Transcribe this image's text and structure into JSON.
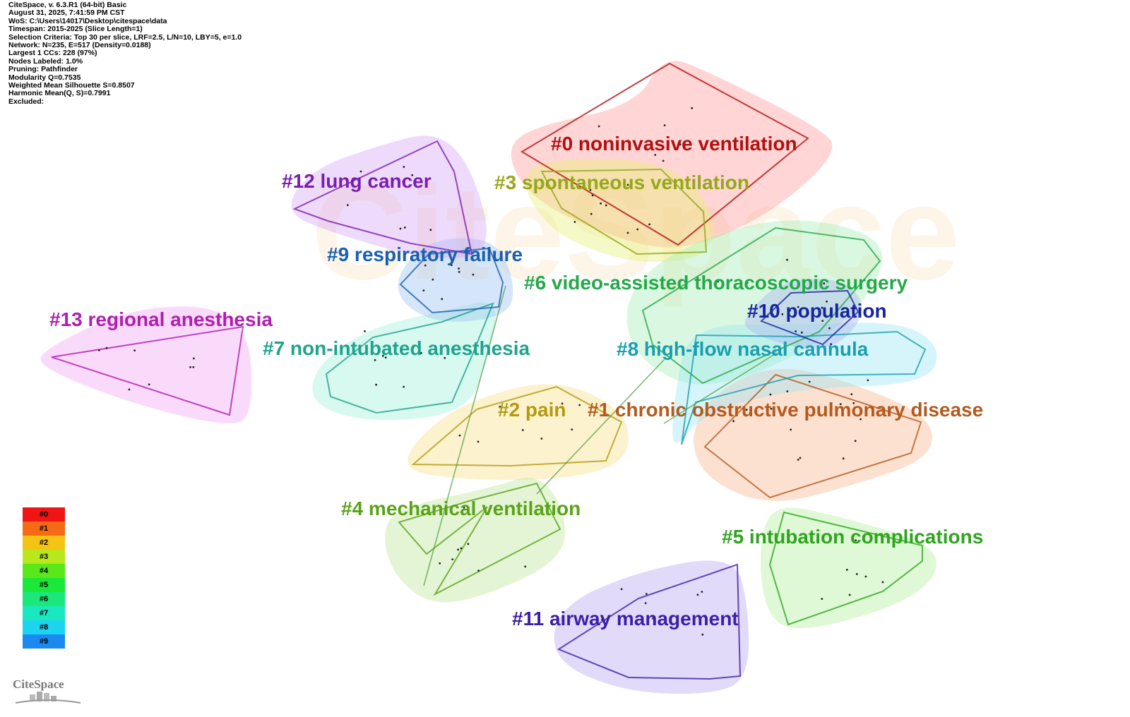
{
  "info": {
    "lines": [
      "CiteSpace, v. 6.3.R1 (64-bit) Basic",
      "August 31, 2025, 7:41:59 PM CST",
      "WoS: C:\\Users\\14017\\Desktop\\citespace\\data",
      "Timespan: 2015-2025 (Slice Length=1)",
      "Selection Criteria: Top 30 per slice, LRF=2.5, L/N=10, LBY=5, e=1.0",
      "Network: N=235, E=517 (Density=0.0188)",
      "Largest 1 CCs: 228 (97%)",
      "Nodes Labeled: 1.0%",
      "Pruning: Pathfinder",
      "Modularity Q=0.7535",
      "Weighted Mean Silhouette S=0.8507",
      "Harmonic Mean(Q, S)=0.7991",
      "Excluded:"
    ]
  },
  "watermark": "CiteSpace",
  "clusters": [
    {
      "id": "#0",
      "label": "#0 noninvasive ventilation",
      "color": "#b01010",
      "fill": "#ff9a9a"
    },
    {
      "id": "#1",
      "label": "#1 chronic obstructive pulmonary disease",
      "color": "#b45a1e",
      "fill": "#f7b890"
    },
    {
      "id": "#2",
      "label": "#2 pain",
      "color": "#b39a10",
      "fill": "#f8e08a"
    },
    {
      "id": "#3",
      "label": "#3 spontaneous ventilation",
      "color": "#95a81a",
      "fill": "#e6f07a"
    },
    {
      "id": "#4",
      "label": "#4 mechanical ventilation",
      "color": "#5aa318",
      "fill": "#bfe89a"
    },
    {
      "id": "#5",
      "label": "#5 intubation complications",
      "color": "#2ea51e",
      "fill": "#b2ee9e"
    },
    {
      "id": "#6",
      "label": "#6 video-assisted thoracoscopic surgery",
      "color": "#25a84a",
      "fill": "#a8eeb8"
    },
    {
      "id": "#7",
      "label": "#7 non-intubated anesthesia",
      "color": "#1fa38d",
      "fill": "#a2f0dc"
    },
    {
      "id": "#8",
      "label": "#8 high-flow nasal cannula",
      "color": "#1a9fb0",
      "fill": "#9ee8f4"
    },
    {
      "id": "#9",
      "label": "#9 respiratory failure",
      "color": "#1a5fb0",
      "fill": "#9ec4f2"
    },
    {
      "id": "#10",
      "label": "#10 population",
      "color": "#16259e",
      "fill": "#a9b2f0"
    },
    {
      "id": "#11",
      "label": "#11 airway management",
      "color": "#3d1ea8",
      "fill": "#b9a8f0"
    },
    {
      "id": "#12",
      "label": "#12 lung cancer",
      "color": "#7a1eb0",
      "fill": "#d6a6f4"
    },
    {
      "id": "#13",
      "label": "#13 regional anesthesia",
      "color": "#b01eb0",
      "fill": "#f2a6f2"
    }
  ],
  "legend": [
    {
      "label": "#0",
      "color": "#f01414"
    },
    {
      "label": "#1",
      "color": "#f56a14"
    },
    {
      "label": "#2",
      "color": "#f5c314"
    },
    {
      "label": "#3",
      "color": "#b8e81a"
    },
    {
      "label": "#4",
      "color": "#5ae81a"
    },
    {
      "label": "#5",
      "color": "#1ae83a"
    },
    {
      "label": "#6",
      "color": "#1ae87a"
    },
    {
      "label": "#7",
      "color": "#1ae8c0"
    },
    {
      "label": "#8",
      "color": "#1ad4f0"
    },
    {
      "label": "#9",
      "color": "#1a8af0"
    }
  ],
  "logo": {
    "text": "CiteSpace"
  }
}
